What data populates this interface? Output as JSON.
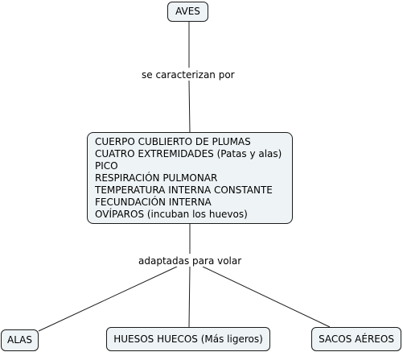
{
  "concepts": {
    "aves": "AVES",
    "main_lines": [
      "CUERPO CUBLIERTO DE PLUMAS",
      "CUATRO EXTREMIDADES (Patas y alas)",
      "PICO",
      "RESPIRACIÓN PULMONAR",
      "TEMPERATURA INTERNA CONSTANTE",
      "FECUNDACIÓN INTERNA",
      "OVÍPAROS (incuban los huevos)"
    ],
    "alas": "ALAS",
    "huesos": "HUESOS HUECOS (Más ligeros)",
    "sacos": "SACOS AÉREOS"
  },
  "links": {
    "caracterizan": "se caracterizan por",
    "adaptadas": "adaptadas para volar"
  }
}
